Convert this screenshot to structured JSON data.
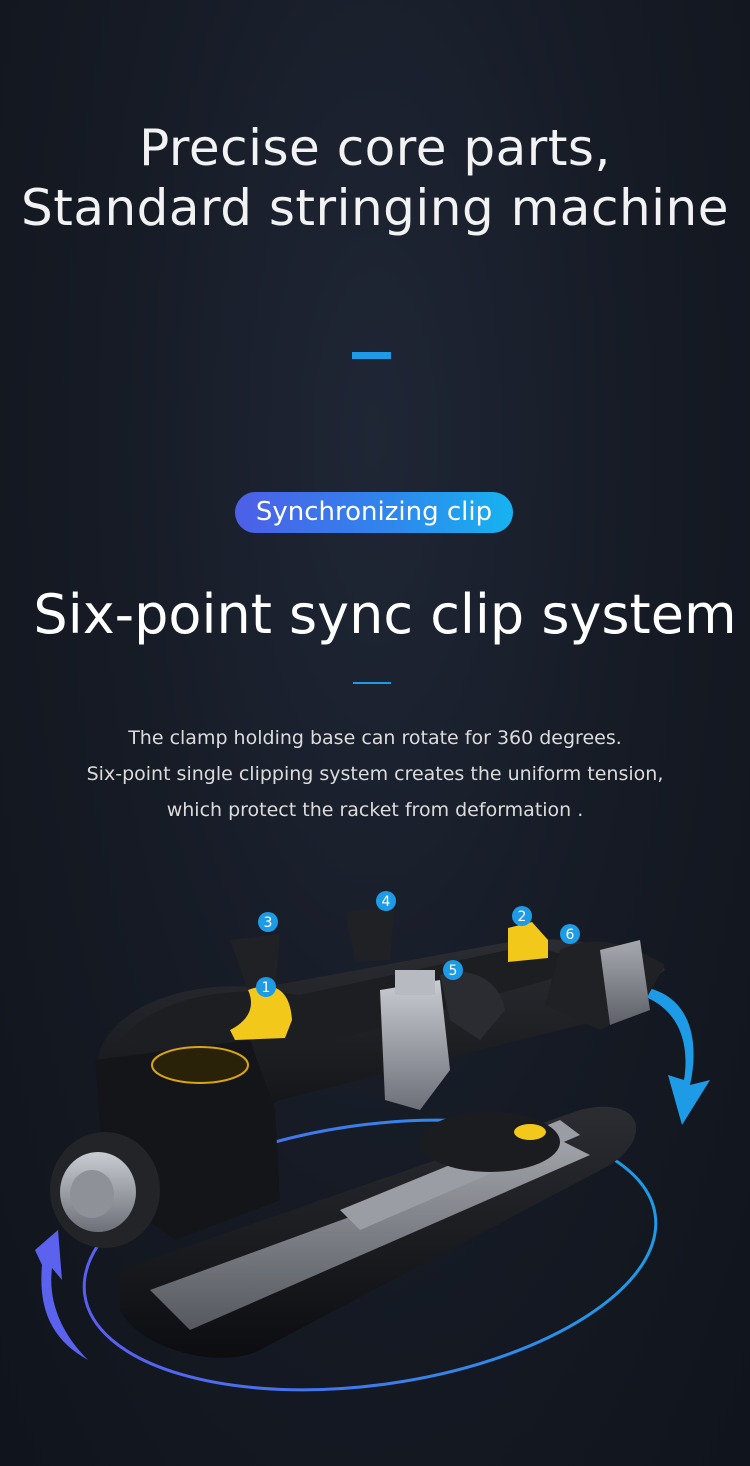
{
  "header": {
    "title_line1": "Precise core parts,",
    "title_line2": "Standard stringing machine"
  },
  "feature": {
    "badge": "Synchronizing clip",
    "title": "Six-point sync clip system",
    "description": [
      "The clamp holding base can rotate for 360 degrees.",
      "Six-point single clipping system creates the uniform tension,",
      "which protect the racket from deformation ."
    ]
  },
  "product_image": {
    "clip_labels": [
      "1",
      "2",
      "3",
      "4",
      "5",
      "6"
    ]
  },
  "colors": {
    "accent": "#1e9be6",
    "badge_gradient_start": "#4d5fe8",
    "badge_gradient_end": "#16b3f0",
    "clamp_yellow": "#f2c81a"
  }
}
